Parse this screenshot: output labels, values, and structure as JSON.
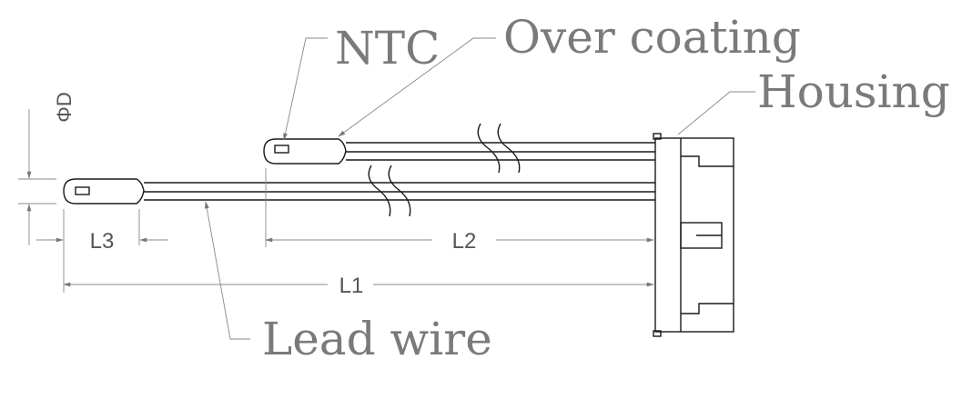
{
  "labels": {
    "ntc": "NTC",
    "over_coating": "Over coating",
    "housing": "Housing",
    "lead_wire": "Lead wire"
  },
  "dimensions": {
    "diameter": "ΦD",
    "l1": "L1",
    "l2": "L2",
    "l3": "L3"
  },
  "colors": {
    "line": "#1a1a1a",
    "dimension": "#888888",
    "label": "#7a7a7a"
  }
}
